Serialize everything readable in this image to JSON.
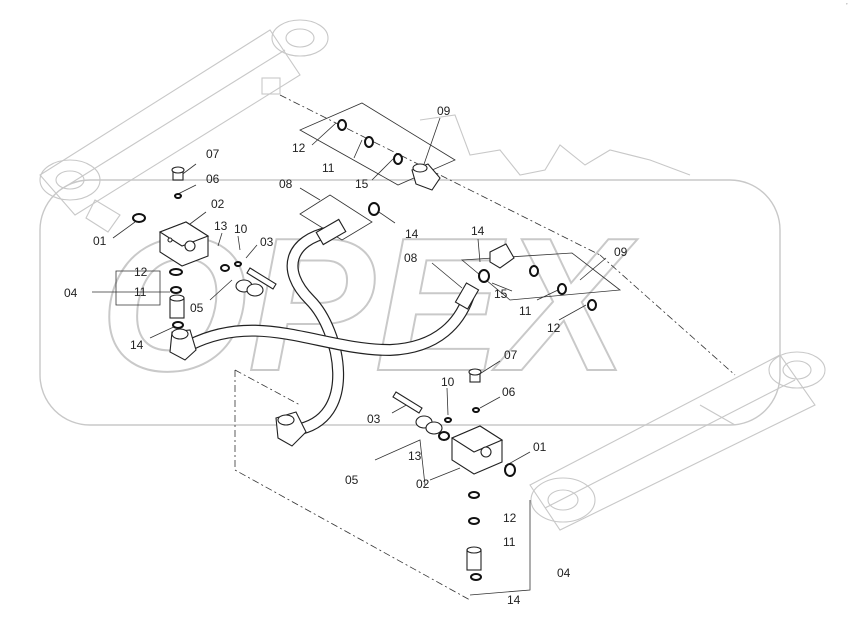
{
  "watermark": {
    "text": "OPEX"
  },
  "corner_mark": "°",
  "callouts": {
    "01": "01",
    "02": "02",
    "03": "03",
    "04": "04",
    "05": "05",
    "06": "06",
    "07": "07",
    "08": "08",
    "09": "09",
    "10": "10",
    "11": "11",
    "12": "12",
    "13": "13",
    "14": "14",
    "15": "15"
  },
  "colors": {
    "line": "#222222",
    "ghost": "#c8c8c8",
    "background": "#ffffff"
  }
}
